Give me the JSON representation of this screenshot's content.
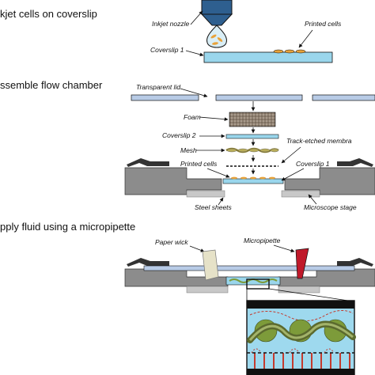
{
  "steps": [
    "kjet cells on coverslip",
    "ssemble flow chamber",
    "pply fluid using a micropipette"
  ],
  "labels": {
    "inkjet_nozzle": "Inkjet nozzle",
    "printed_cells_top": "Printed cells",
    "coverslip1_top": "Coverslip 1",
    "transparent_lid": "Transparent lid",
    "foam": "Foam",
    "coverslip2": "Coverslip 2",
    "mesh": "Mesh",
    "track_etched": "Track-etched membra",
    "printed_cells_mid": "Printed cells",
    "coverslip1_mid": "Coverslip 1",
    "steel_sheets": "Steel sheets",
    "microscope_stage": "Microscope stage",
    "paper_wick": "Paper wick",
    "micropipette": "Micropipette"
  },
  "colors": {
    "nozzle": "#2e5f8f",
    "coverslip": "#9ad6ec",
    "lid": "#b8cbe6",
    "stage": "#8c8c8c",
    "steel": "#c8c8c8",
    "cells": "#e8a23a",
    "mesh": "#b9ad5a",
    "foam": "#9b8d7d",
    "wick": "#e6e2c8",
    "pipette": "#c0192a",
    "inset_bg": "#9ed9ee",
    "inset_green": "#7d9b3a",
    "inset_posts": "#c43a2e"
  }
}
